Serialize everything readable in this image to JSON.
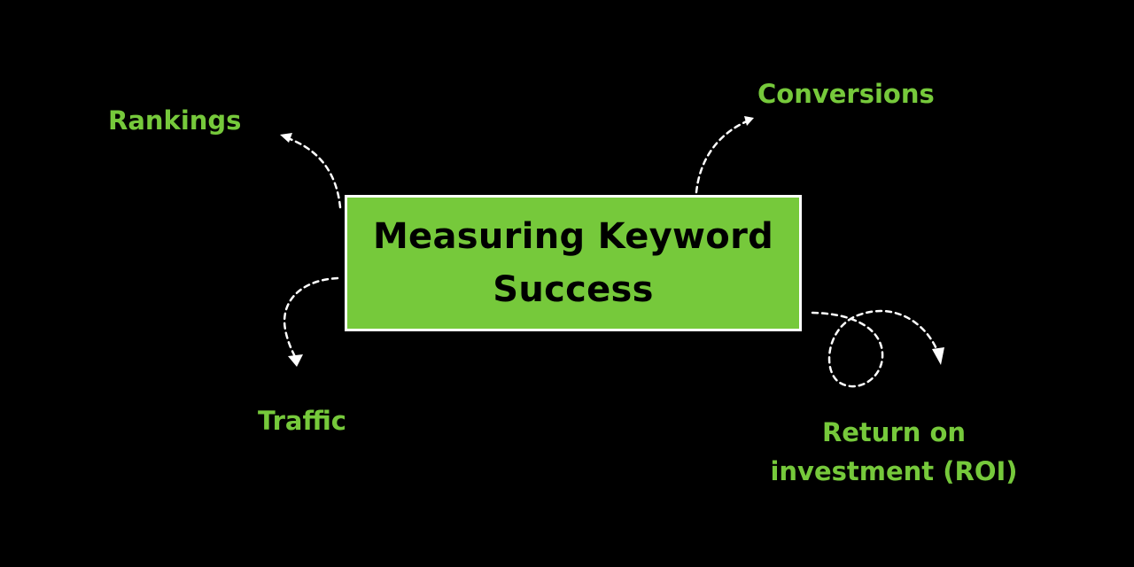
{
  "center": {
    "title": "Measuring Keyword Success"
  },
  "nodes": {
    "rankings": "Rankings",
    "conversions": "Conversions",
    "traffic": "Traffic",
    "roi": "Return on investment (ROI)"
  },
  "colors": {
    "background": "#000000",
    "accent": "#76c93b",
    "title_text": "#000000",
    "border_and_arrows": "#ffffff"
  }
}
